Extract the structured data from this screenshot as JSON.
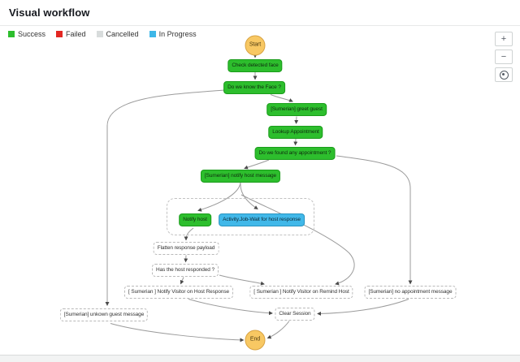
{
  "header": {
    "title": "Visual workflow"
  },
  "legend": {
    "items": [
      {
        "label": "Success",
        "color": "#2dbe2d"
      },
      {
        "label": "Failed",
        "color": "#e32722"
      },
      {
        "label": "Cancelled",
        "color": "#d8dcdc"
      },
      {
        "label": "In Progress",
        "color": "#3eb7e8"
      }
    ]
  },
  "controls": {
    "zoom_in_label": "+",
    "zoom_out_label": "−",
    "center_icon": "target-icon"
  },
  "workflow": {
    "nodes": [
      {
        "id": "start",
        "label": "Start",
        "type": "terminal"
      },
      {
        "id": "check-detected-face",
        "label": "Check detected face",
        "status": "success"
      },
      {
        "id": "do-we-know-the-face",
        "label": "Do we know the Face ?",
        "status": "success"
      },
      {
        "id": "sumerian-greet-guest",
        "label": "[Sumerian] greet guest",
        "status": "success"
      },
      {
        "id": "lookup-appointment",
        "label": "Lookup Appointment",
        "status": "success"
      },
      {
        "id": "do-we-found-any-appointment",
        "label": "Do we found any appointment ?",
        "status": "success"
      },
      {
        "id": "sumerian-notify-host-message",
        "label": "[Sumerian] notify host message",
        "status": "success"
      },
      {
        "id": "notify-host",
        "label": "Notify host",
        "status": "success"
      },
      {
        "id": "activity-job-wait-for-host-response",
        "label": "Activity.Job-Wait for host response",
        "status": "in_progress"
      },
      {
        "id": "flatten-response-payload",
        "label": "Flatten response payload",
        "status": "not_started"
      },
      {
        "id": "has-the-host-responded",
        "label": "Has the host responded ?",
        "status": "not_started"
      },
      {
        "id": "sumerian-notify-visitor-on-host-response",
        "label": "[ Sumerian ] Notify Visitor on Host Response",
        "status": "not_started"
      },
      {
        "id": "sumerian-notify-visitor-on-remind-host",
        "label": "[ Sumerian ] Notify Visitor on Remind Host",
        "status": "not_started"
      },
      {
        "id": "sumerian-no-appointment-message",
        "label": "[Sumerian] no appointment message",
        "status": "not_started"
      },
      {
        "id": "sumerian-unkown-guest-message",
        "label": "[Sumerian] unkown guest message",
        "status": "not_started"
      },
      {
        "id": "clear-session",
        "label": "Clear Session",
        "status": "not_started"
      },
      {
        "id": "end",
        "label": "End",
        "type": "terminal"
      }
    ]
  },
  "colors": {
    "success": "#2dbe2d",
    "failed": "#e32722",
    "cancelled": "#d8dcdc",
    "in_progress": "#3eb7e8",
    "terminal_fill": "#f8c863",
    "edge": "#9b9b9b"
  }
}
